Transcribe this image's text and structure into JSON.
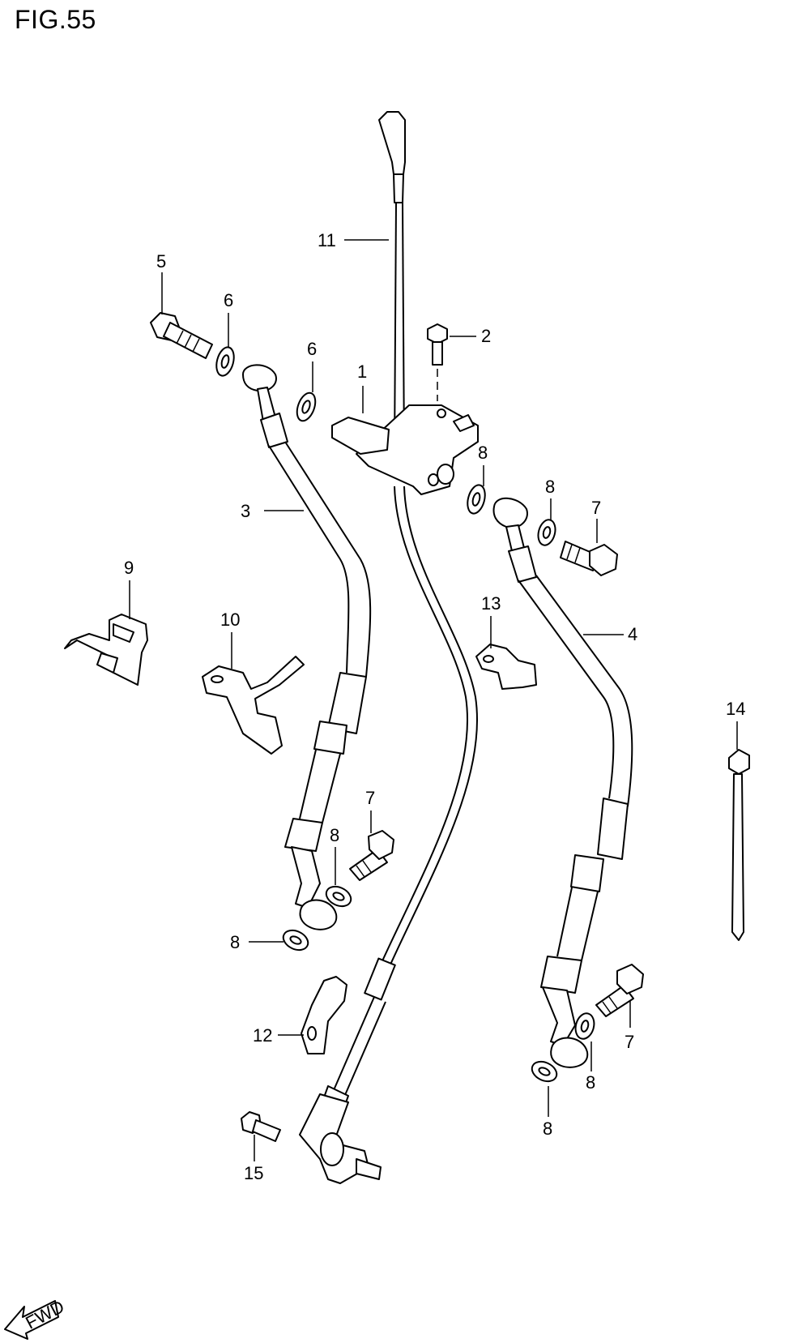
{
  "figure": {
    "title": "FIG.55",
    "fwd_label": "FWD"
  },
  "callouts": [
    {
      "id": "c1",
      "label": "1"
    },
    {
      "id": "c2",
      "label": "2"
    },
    {
      "id": "c3",
      "label": "3"
    },
    {
      "id": "c4",
      "label": "4"
    },
    {
      "id": "c5",
      "label": "5"
    },
    {
      "id": "c6a",
      "label": "6"
    },
    {
      "id": "c6b",
      "label": "6"
    },
    {
      "id": "c7a",
      "label": "7"
    },
    {
      "id": "c7b",
      "label": "7"
    },
    {
      "id": "c7c",
      "label": "7"
    },
    {
      "id": "c8a",
      "label": "8"
    },
    {
      "id": "c8b",
      "label": "8"
    },
    {
      "id": "c8c",
      "label": "8"
    },
    {
      "id": "c8d",
      "label": "8"
    },
    {
      "id": "c8e",
      "label": "8"
    },
    {
      "id": "c8f",
      "label": "8"
    },
    {
      "id": "c9",
      "label": "9"
    },
    {
      "id": "c10",
      "label": "10"
    },
    {
      "id": "c11",
      "label": "11"
    },
    {
      "id": "c12",
      "label": "12"
    },
    {
      "id": "c13",
      "label": "13"
    },
    {
      "id": "c14",
      "label": "14"
    },
    {
      "id": "c15",
      "label": "15"
    }
  ]
}
